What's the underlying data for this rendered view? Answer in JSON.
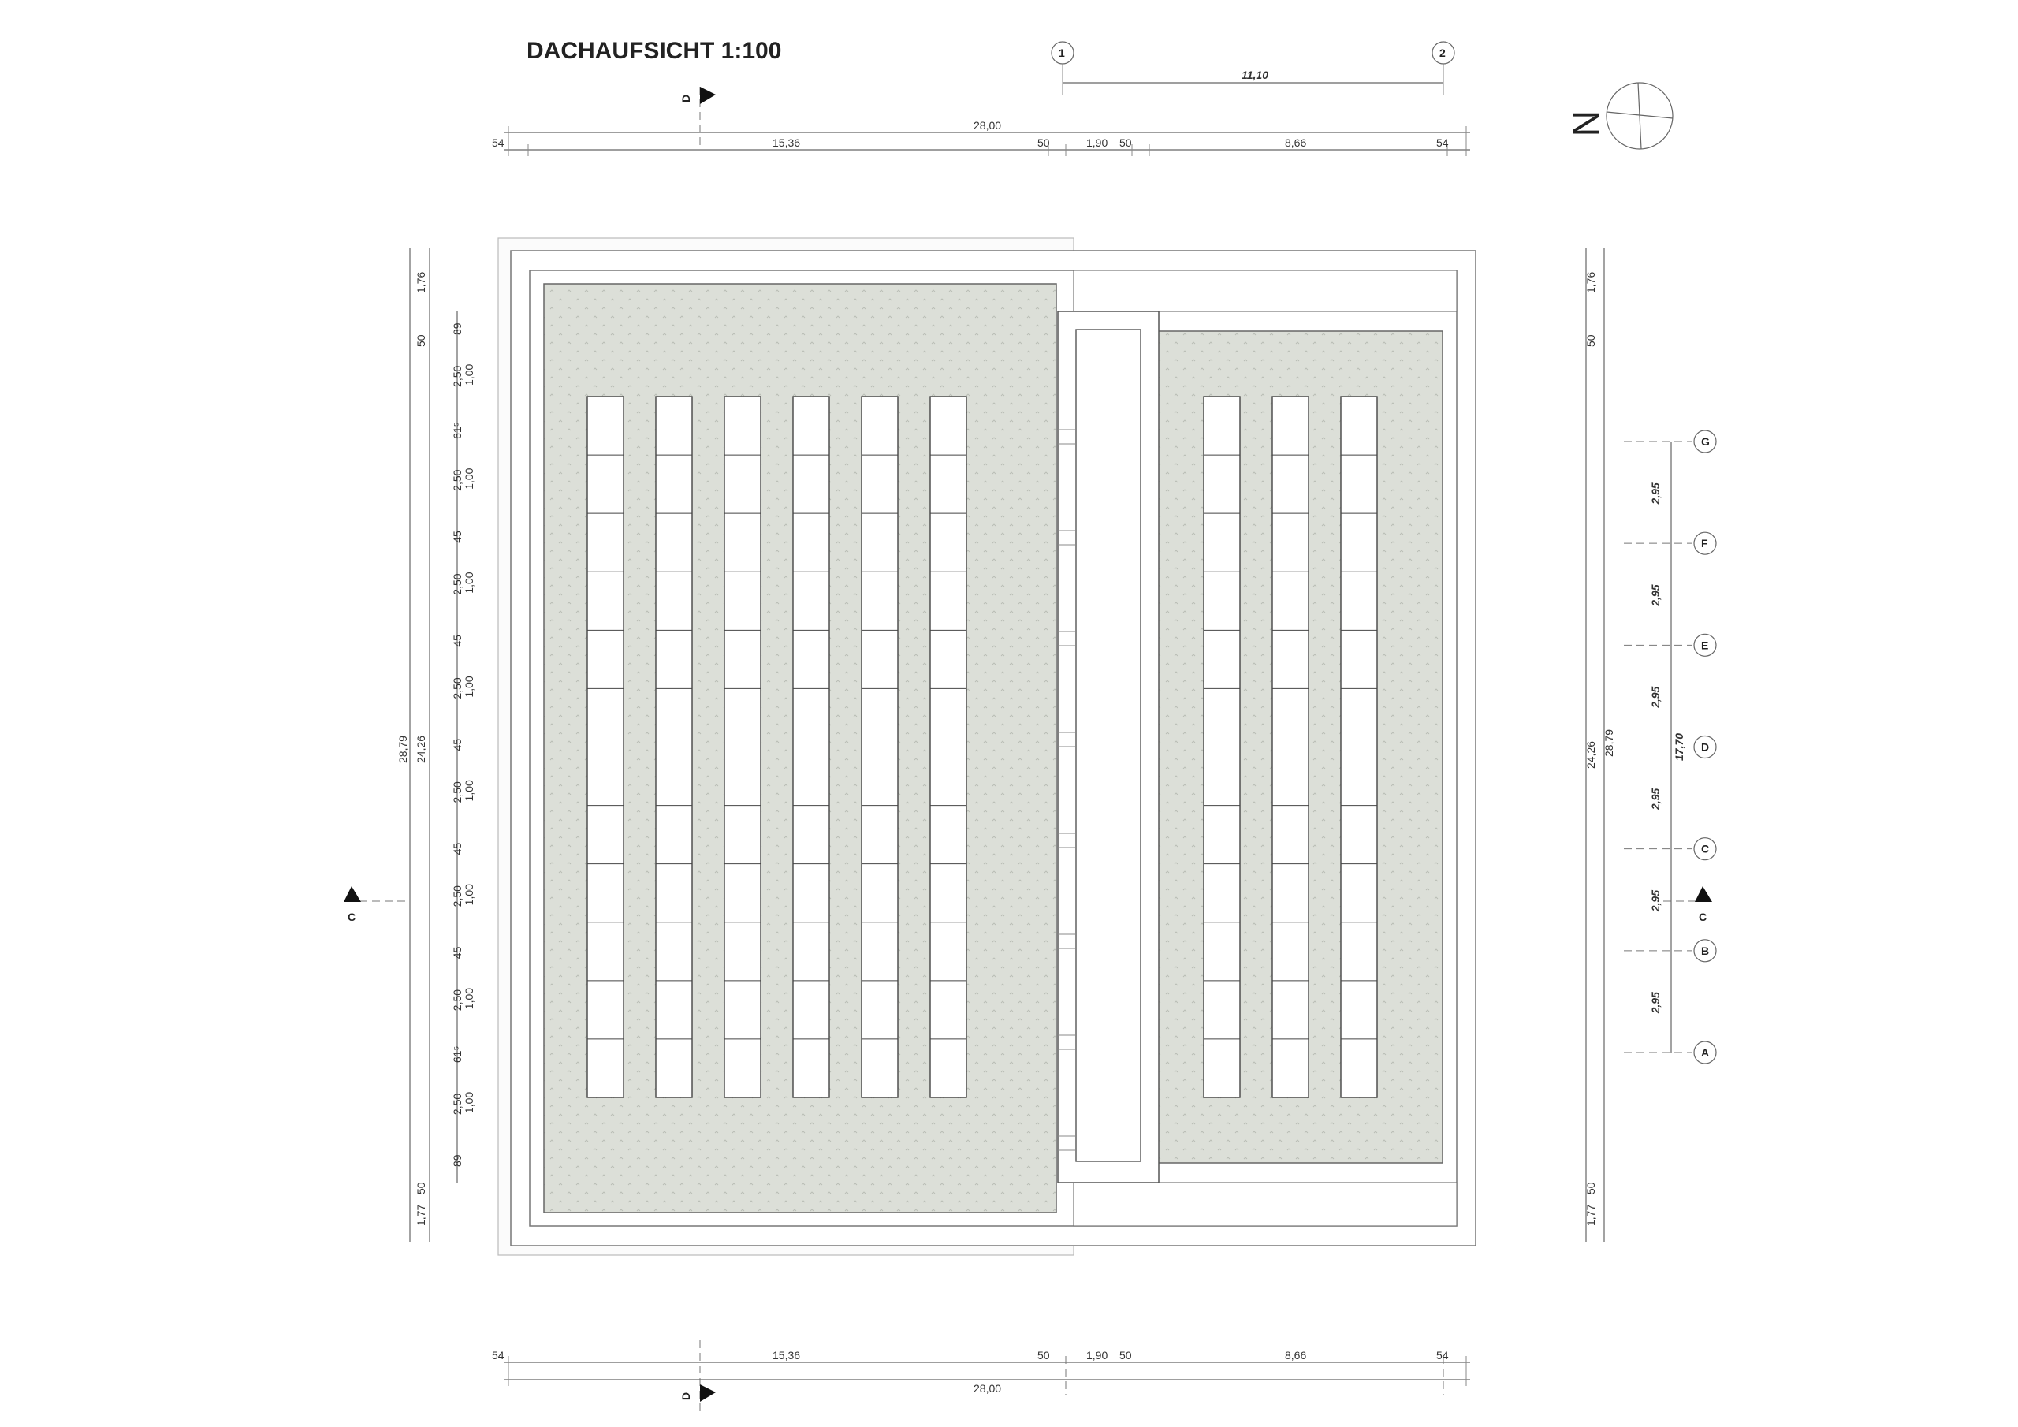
{
  "title": "DACHAUFSICHT 1:100",
  "north_label": "N",
  "section_labels": {
    "c": "C",
    "d": "D"
  },
  "axes_top": [
    "1",
    "2"
  ],
  "axes_right": [
    "G",
    "F",
    "E",
    "D",
    "C",
    "B",
    "A"
  ],
  "axis_span_top": "11,10",
  "axis_span_right_total": "17,70",
  "axis_spacing_right": [
    "2,95",
    "2,95",
    "2,95",
    "2,95",
    "2,95",
    "2,95"
  ],
  "top_dims": {
    "total": "28,00",
    "segments": [
      "54",
      "15,36",
      "50",
      "1,90",
      "50",
      "8,66",
      "54"
    ]
  },
  "bottom_dims": {
    "total": "28,00",
    "segments": [
      "54",
      "15,36",
      "50",
      "1,90",
      "50",
      "8,66",
      "54"
    ]
  },
  "left_dims": {
    "outer_total": "28,79",
    "inner_total": "24,26",
    "edge": [
      "1,76",
      "50",
      "1,77",
      "50"
    ],
    "segments": [
      {
        "a": "89",
        "b": ""
      },
      {
        "a": "2,50",
        "b": "1,00"
      },
      {
        "a": "61⁵",
        "b": ""
      },
      {
        "a": "2,50",
        "b": "1,00"
      },
      {
        "a": "45",
        "b": ""
      },
      {
        "a": "2,50",
        "b": "1,00"
      },
      {
        "a": "45",
        "b": ""
      },
      {
        "a": "2,50",
        "b": "1,00"
      },
      {
        "a": "45",
        "b": ""
      },
      {
        "a": "2,50",
        "b": "1,00"
      },
      {
        "a": "45",
        "b": ""
      },
      {
        "a": "2,50",
        "b": "1,00"
      },
      {
        "a": "45",
        "b": ""
      },
      {
        "a": "2,50",
        "b": "1,00"
      },
      {
        "a": "61⁵",
        "b": ""
      },
      {
        "a": "2,50",
        "b": "1,00"
      },
      {
        "a": "89",
        "b": ""
      }
    ]
  },
  "right_dims": {
    "outer_total": "28,79",
    "inner_total": "24,26",
    "edge": [
      "1,76",
      "50",
      "1,77",
      "50"
    ]
  }
}
